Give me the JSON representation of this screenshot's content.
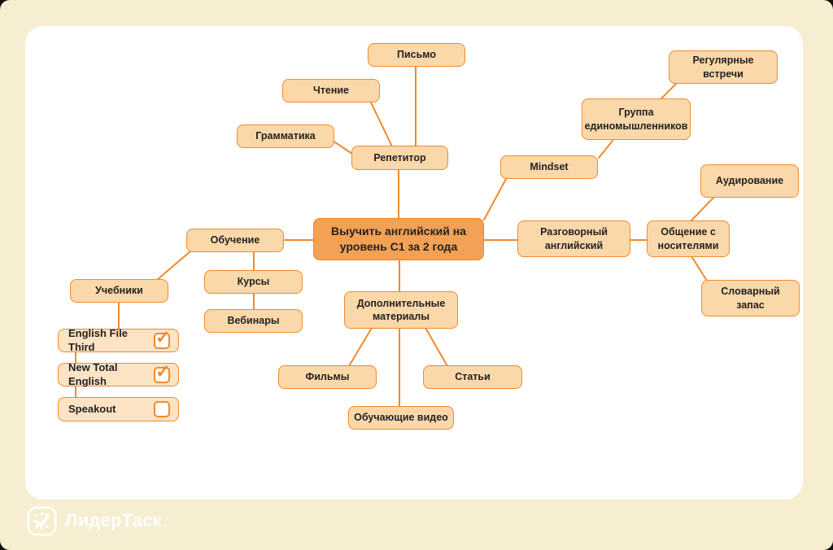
{
  "colors": {
    "page_background": "#F7EED1",
    "canvas_background": "#FFFFFF",
    "node_fill": "#FBD8A9",
    "checklist_fill": "#FCE3C4",
    "central_fill": "#F3A155",
    "accent_orange": "#F08A2C",
    "text": "#222222",
    "logo_text": "#FFFFFF"
  },
  "mindmap": {
    "central": {
      "label": "Выучить английский на уровень C1 за 2 года"
    },
    "nodes": {
      "pismo": {
        "label": "Письмо"
      },
      "chtenie": {
        "label": "Чтение"
      },
      "grammatika": {
        "label": "Грамматика"
      },
      "repetitor": {
        "label": "Репетитор"
      },
      "regulyarnye": {
        "label": "Регулярные встречи"
      },
      "gruppa": {
        "label": "Группа единомышленников"
      },
      "mindset": {
        "label": "Mindset"
      },
      "razgovorny": {
        "label": "Разговорный английский"
      },
      "obshchenie": {
        "label": "Общение с носителями"
      },
      "audirovanie": {
        "label": "Аудирование"
      },
      "slovarny": {
        "label": "Словарный запас"
      },
      "obuchenie": {
        "label": "Обучение"
      },
      "uchebniki": {
        "label": "Учебники"
      },
      "kursy": {
        "label": "Курсы"
      },
      "vebinary": {
        "label": "Вебинары"
      },
      "dop": {
        "label": "Дополнительные материалы"
      },
      "filmy": {
        "label": "Фильмы"
      },
      "stati": {
        "label": "Статьи"
      },
      "video": {
        "label": "Обучающие видео"
      }
    },
    "edges": [
      [
        "pismo",
        "repetitor"
      ],
      [
        "chtenie",
        "repetitor"
      ],
      [
        "grammatika",
        "repetitor"
      ],
      [
        "repetitor",
        "central"
      ],
      [
        "mindset",
        "central"
      ],
      [
        "gruppa",
        "mindset"
      ],
      [
        "regulyarnye",
        "gruppa"
      ],
      [
        "central",
        "razgovorny"
      ],
      [
        "razgovorny",
        "obshchenie"
      ],
      [
        "obshchenie",
        "audirovanie"
      ],
      [
        "obshchenie",
        "slovarny"
      ],
      [
        "central",
        "obuchenie"
      ],
      [
        "obuchenie",
        "uchebniki"
      ],
      [
        "obuchenie",
        "kursy"
      ],
      [
        "kursy",
        "vebinary"
      ],
      [
        "uchebniki",
        "eft"
      ],
      [
        "eft",
        "nte"
      ],
      [
        "nte",
        "speakout"
      ],
      [
        "central",
        "dop"
      ],
      [
        "dop",
        "filmy"
      ],
      [
        "dop",
        "stati"
      ],
      [
        "dop",
        "video"
      ]
    ]
  },
  "checklist": {
    "items": [
      {
        "label": "English File Third",
        "checked": true
      },
      {
        "label": "New Total English",
        "checked": true
      },
      {
        "label": "Speakout",
        "checked": false
      }
    ]
  },
  "logo": {
    "text": "ЛидерТаск",
    "icon": "clock-check-icon"
  }
}
